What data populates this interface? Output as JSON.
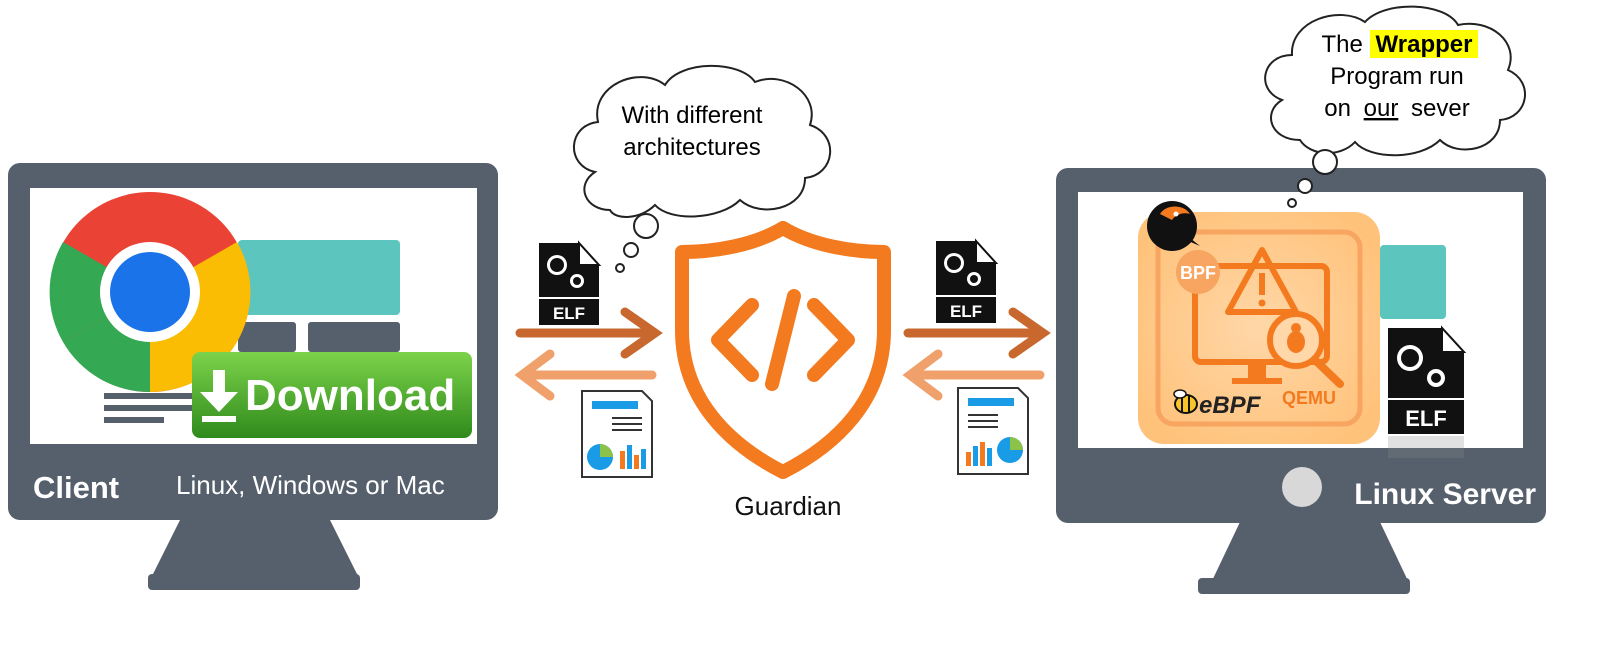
{
  "client": {
    "title": "Client",
    "subtitle": "Linux, Windows or Mac",
    "download_label": "Download"
  },
  "server": {
    "title": "Linux Server",
    "bpf_badge": "BPF",
    "ebpf_label": "eBPF",
    "qemu_label": "QEMU"
  },
  "guardian": {
    "label": "Guardian",
    "cloud_lines": [
      "With different",
      "architectures"
    ]
  },
  "server_cloud": {
    "line1_prefix": "The",
    "line1_highlight": "Wrapper",
    "line2": "Program run",
    "line3_a": "on",
    "line3_b": "our",
    "line3_c": "sever"
  },
  "elf_label": "ELF",
  "colors": {
    "monitor": "#56606c",
    "accent_orange": "#f47a1f",
    "arrow_dark": "#c8682e",
    "arrow_light": "#f0a06a",
    "download_green": "#45a629",
    "teal": "#5cc6be",
    "highlight": "#ffff00"
  }
}
